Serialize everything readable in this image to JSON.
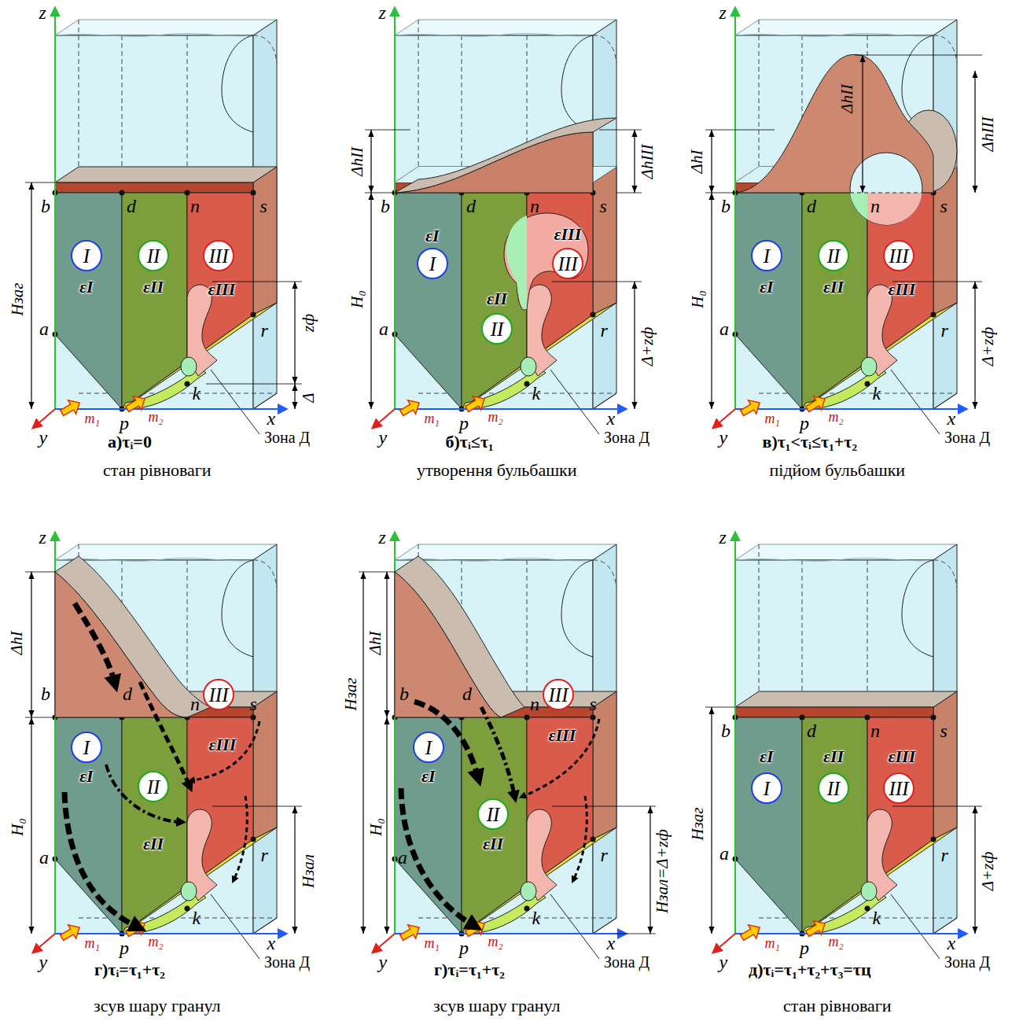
{
  "diagram": {
    "nodes": [
      {
        "text": [
          "I"
        ]
      },
      {
        "text": [
          "II"
        ]
      },
      {
        "text": [
          "III"
        ]
      },
      {
        "text": [
          "I"
        ]
      },
      {
        "text": [
          "II"
        ]
      },
      {
        "text": [
          "III"
        ]
      },
      {
        "text": [
          "I"
        ]
      },
      {
        "text": [
          "II"
        ]
      },
      {
        "text": [
          "III"
        ]
      },
      {
        "text": [
          "I"
        ]
      },
      {
        "text": [
          "II"
        ]
      },
      {
        "text": [
          "III"
        ]
      },
      {
        "text": [
          "I"
        ]
      },
      {
        "text": [
          "II"
        ]
      },
      {
        "text": [
          "III"
        ]
      },
      {
        "text": [
          "I"
        ]
      },
      {
        "text": [
          "II"
        ]
      },
      {
        "text": [
          "III"
        ]
      }
    ],
    "labels": [
      "z",
      "Hзаг",
      "b",
      "d",
      "n",
      "s",
      "εI",
      "εII",
      "εIII",
      "a",
      "zф",
      "r",
      "Δ",
      "p",
      "k",
      "y",
      "m₁",
      "m₂",
      "x",
      "Зона Д",
      "а)τᵢ=0",
      "стан рівноваги",
      "z",
      "ΔhII",
      "ΔhIII",
      "b",
      "d",
      "n",
      "s",
      "εI",
      "εIII",
      "H₀",
      "εII",
      "a",
      "r",
      "Δ+zф",
      "p",
      "k",
      "y",
      "m₁",
      "m₂",
      "x",
      "Зона Д",
      "б)τᵢ≤τ₁",
      "утворення бульбашки",
      "z",
      "ΔhII",
      "ΔhI",
      "ΔhIII",
      "b",
      "d",
      "n",
      "s",
      "εI",
      "εII",
      "εIII",
      "H₀",
      "a",
      "r",
      "Δ+zф",
      "p",
      "k",
      "y",
      "m₁",
      "m₂",
      "x",
      "Зона Д",
      "в)τ₁<τᵢ≤τ₁+τ₂",
      "підйом бульбашки",
      "z",
      "ΔhI",
      "b",
      "d",
      "n",
      "s",
      "εIII",
      "εI",
      "H₀",
      "εII",
      "Hзал",
      "a",
      "r",
      "p",
      "k",
      "y",
      "m₁",
      "m₂",
      "x",
      "Зона Д",
      "г)τᵢ=τ₁+τ₂",
      "зсув шару гранул",
      "z",
      "Hзаг",
      "ΔhI",
      "b",
      "d",
      "n",
      "s",
      "εIII",
      "εI",
      "H₀",
      "εII",
      "a",
      "r",
      "Hзал=Δ+zф",
      "p",
      "k",
      "y",
      "m₁",
      "m₂",
      "x",
      "Зона Д",
      "г)τᵢ=τ₁+τ₂",
      "зсув шару гранул",
      "z",
      "Hзаг",
      "b",
      "d",
      "n",
      "s",
      "εI",
      "εII",
      "εIII",
      "a",
      "r",
      "Δ+zф",
      "p",
      "k",
      "y",
      "m₁",
      "m₂",
      "x",
      "Зона Д",
      "д)τᵢ=τ₁+τ₂+τ₃=τц",
      "стан рівноваги"
    ]
  }
}
